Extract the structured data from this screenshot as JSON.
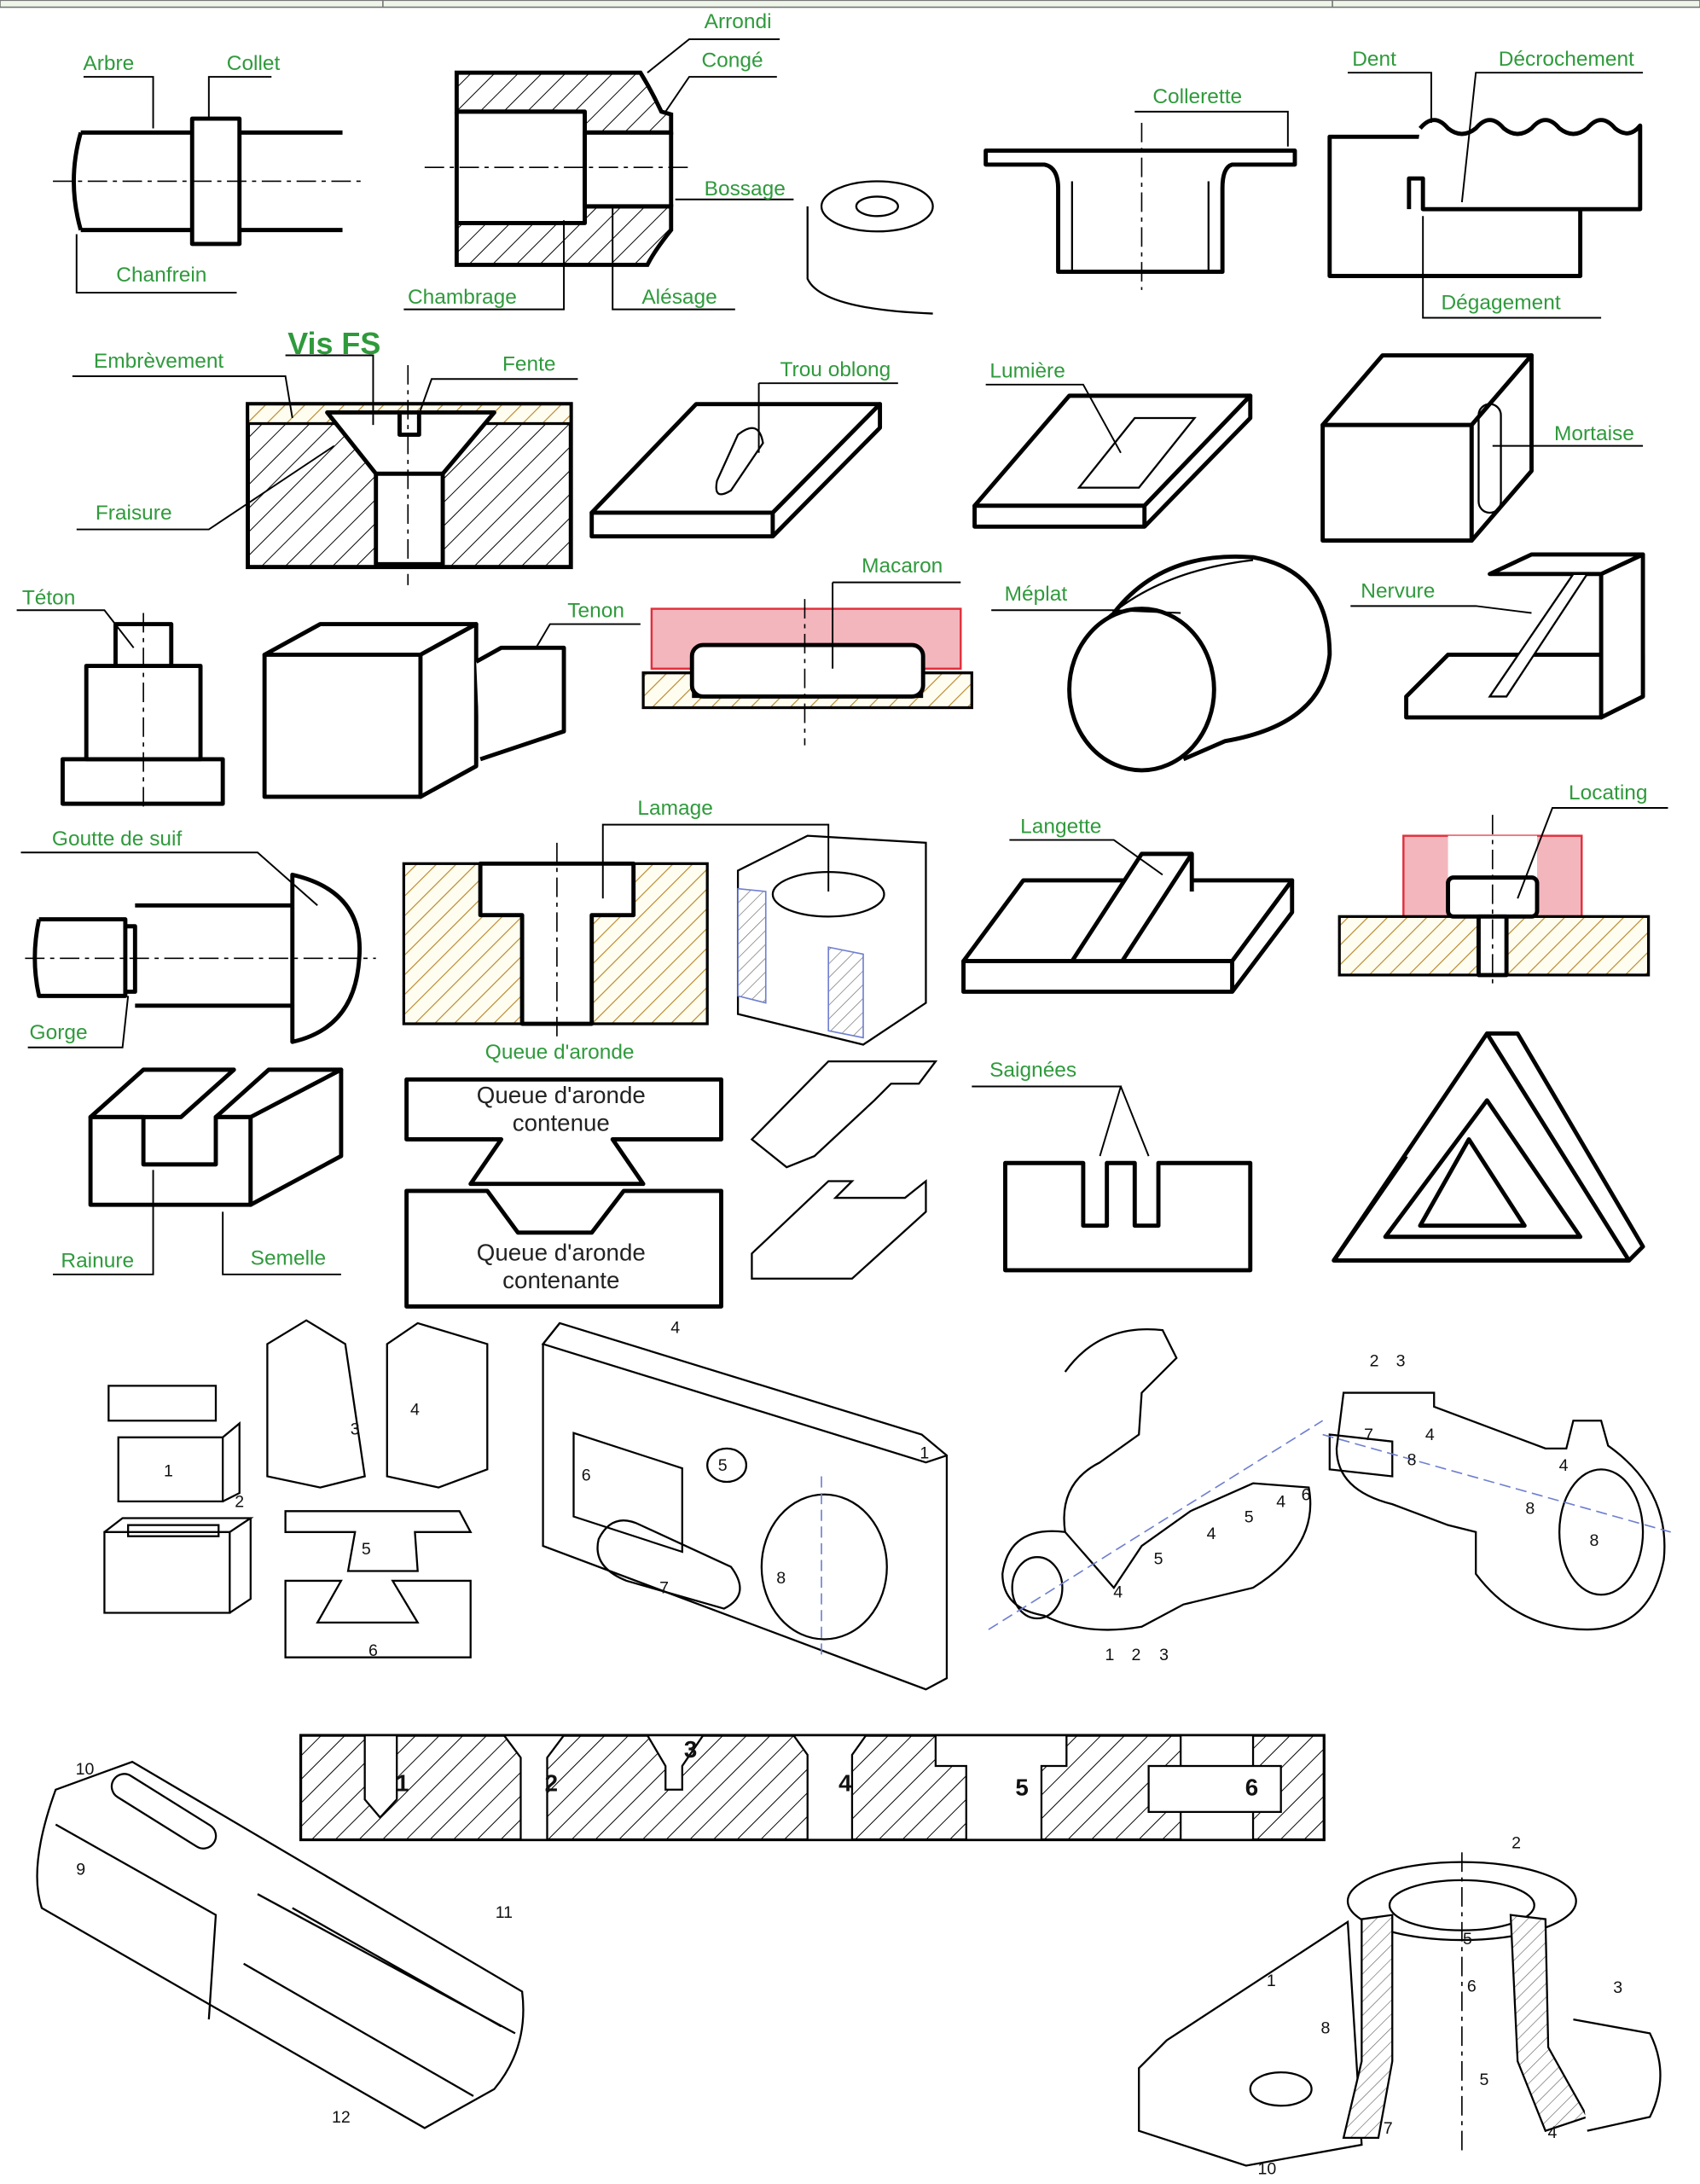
{
  "colors": {
    "label": "#2f9a3c",
    "highlight": "#f4b6bd",
    "hatch_accent": "#c9a24a"
  },
  "row1": {
    "arbre": "Arbre",
    "collet": "Collet",
    "chanfrein": "Chanfrein",
    "arrondi": "Arrondi",
    "conge": "Congé",
    "bossage": "Bossage",
    "chambrage": "Chambrage",
    "alesage": "Alésage",
    "collerette": "Collerette",
    "dent": "Dent",
    "decrochement": "Décrochement",
    "degagement": "Dégagement"
  },
  "row2": {
    "embrevement": "Embrèvement",
    "vis_fs": "Vis FS",
    "fente": "Fente",
    "fraisure": "Fraisure",
    "trou_oblong": "Trou oblong",
    "lumiere": "Lumière",
    "mortaise": "Mortaise"
  },
  "row3": {
    "teton": "Téton",
    "tenon": "Tenon",
    "macaron": "Macaron",
    "meplat": "Méplat",
    "nervure": "Nervure"
  },
  "row4": {
    "goutte_de_suif": "Goutte de suif",
    "gorge": "Gorge",
    "lamage": "Lamage",
    "langette": "Langette",
    "locating": "Locating"
  },
  "row5": {
    "rainure": "Rainure",
    "semelle": "Semelle",
    "queue_daronde": "Queue d'aronde",
    "queue_contenue": [
      "Queue d'aronde",
      "contenue"
    ],
    "queue_contenante": [
      "Queue d'aronde",
      "contenante"
    ],
    "saignees": "Saignées"
  },
  "numbered": {
    "blocks": [
      "1",
      "2"
    ],
    "prisms": [
      "3",
      "4",
      "5",
      "6"
    ],
    "plate": [
      "4",
      "1",
      "5",
      "6",
      "7",
      "8"
    ],
    "bush": [
      "1",
      "2",
      "3",
      "4",
      "5",
      "4",
      "5",
      "4",
      "6"
    ],
    "sleeve": [
      "2",
      "3",
      "7",
      "4",
      "8",
      "4",
      "8",
      "8"
    ],
    "holes_section": [
      "1",
      "2",
      "3",
      "4",
      "5",
      "6"
    ],
    "shaft": [
      "10",
      "9",
      "11",
      "12"
    ],
    "base": [
      "2",
      "5",
      "6",
      "3",
      "8",
      "5",
      "7",
      "4",
      "10",
      "1"
    ]
  }
}
